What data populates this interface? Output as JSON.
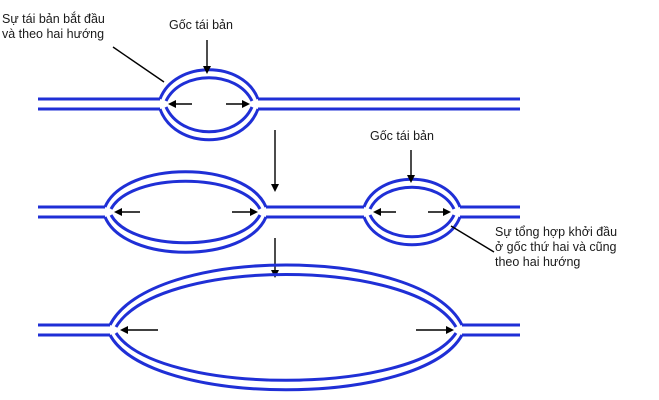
{
  "labels": {
    "replication_start": [
      "Sự tái bản bắt đầu",
      "và theo hai hướng"
    ],
    "origin_1": "Gốc tái bản",
    "origin_2": "Gốc tái bản",
    "second_origin_start": [
      "Sự tổng hợp khởi đầu",
      "ở gốc thứ hai và cũng",
      "theo hai hướng"
    ]
  },
  "colors": {
    "dna_strand": "#1f2fd6",
    "arrows": "#000000",
    "text": "#1a1a1a",
    "background": "#ffffff"
  },
  "icons": {
    "fork_arrow": "left-right-arrow",
    "step_arrow": "down-arrow"
  }
}
